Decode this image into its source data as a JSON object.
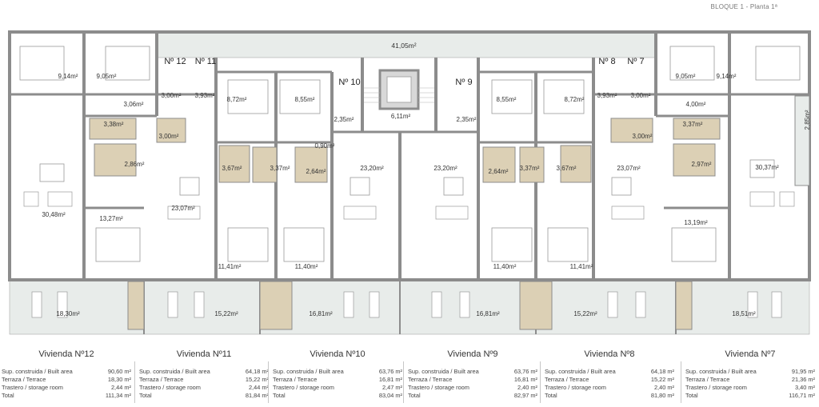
{
  "header": {
    "title": "BLOQUE 1 - Planta 1ª"
  },
  "units": [
    {
      "id": "u12",
      "marker": "Nº 12",
      "title": "Vivienda Nº12",
      "rows": [
        {
          "label": "Sup. construida / Built area",
          "value": "90,60 m²"
        },
        {
          "label": "Terraza / Terrace",
          "value": "18,30 m²"
        },
        {
          "label": "Trastero / storage room",
          "value": "2,44 m²"
        },
        {
          "label": "Total",
          "value": "111,34 m²"
        }
      ]
    },
    {
      "id": "u11",
      "marker": "Nº 11",
      "title": "Vivienda Nº11",
      "rows": [
        {
          "label": "Sup. construida / Built area",
          "value": "64,18 m²"
        },
        {
          "label": "Terraza / Terrace",
          "value": "15,22 m²"
        },
        {
          "label": "Trastero / storage room",
          "value": "2,44 m²"
        },
        {
          "label": "Total",
          "value": "81,84 m²"
        }
      ]
    },
    {
      "id": "u10",
      "marker": "Nº 10",
      "title": "Vivienda Nº10",
      "rows": [
        {
          "label": "Sup. construida / Built area",
          "value": "63,76 m²"
        },
        {
          "label": "Terraza / Terrace",
          "value": "16,81 m²"
        },
        {
          "label": "Trastero / storage room",
          "value": "2,47 m²"
        },
        {
          "label": "Total",
          "value": "83,04 m²"
        }
      ]
    },
    {
      "id": "u9",
      "marker": "Nº 9",
      "title": "Vivienda Nº9",
      "rows": [
        {
          "label": "Sup. construida / Built area",
          "value": "63,76 m²"
        },
        {
          "label": "Terraza / Terrace",
          "value": "16,81 m²"
        },
        {
          "label": "Trastero / storage room",
          "value": "2,40 m²"
        },
        {
          "label": "Total",
          "value": "82,97 m²"
        }
      ]
    },
    {
      "id": "u8",
      "marker": "Nº 8",
      "title": "Vivienda Nº8",
      "rows": [
        {
          "label": "Sup. construida / Built area",
          "value": "64,18 m²"
        },
        {
          "label": "Terraza / Terrace",
          "value": "15,22 m²"
        },
        {
          "label": "Trastero / storage room",
          "value": "2,40 m²"
        },
        {
          "label": "Total",
          "value": "81,80 m²"
        }
      ]
    },
    {
      "id": "u7",
      "marker": "Nº 7",
      "title": "Vivienda Nº7",
      "rows": [
        {
          "label": "Sup. construida / Built area",
          "value": "91,95 m²"
        },
        {
          "label": "Terraza / Terrace",
          "value": "21,36 m²"
        },
        {
          "label": "Trastero / storage room",
          "value": "3,40 m²"
        },
        {
          "label": "Total",
          "value": "116,71 m²"
        }
      ]
    }
  ],
  "areas": [
    {
      "id": "roof-terrace",
      "text": "41,05m²"
    },
    {
      "id": "u12-bed-a",
      "text": "9,14m²"
    },
    {
      "id": "u12-bed-b",
      "text": "9,05m²"
    },
    {
      "id": "u12-hall",
      "text": "3,06m²"
    },
    {
      "id": "u12-bath-a",
      "text": "3,38m²"
    },
    {
      "id": "u12-bath-b",
      "text": "2,86m²"
    },
    {
      "id": "u12-living",
      "text": "30,48m²"
    },
    {
      "id": "u12-master",
      "text": "13,27m²"
    },
    {
      "id": "u12-terrace",
      "text": "18,30m²"
    },
    {
      "id": "u11-hall",
      "text": "3,00m²"
    },
    {
      "id": "u11-bath",
      "text": "3,00m²"
    },
    {
      "id": "u11-living",
      "text": "23,07m²"
    },
    {
      "id": "u11-terrace",
      "text": "15,22m²"
    },
    {
      "id": "u11-storage",
      "text": "3,93m²"
    },
    {
      "id": "u10-bed-a",
      "text": "8,72m²"
    },
    {
      "id": "u10-bed-b",
      "text": "8,55m²"
    },
    {
      "id": "u11-bed",
      "text": "11,41m²"
    },
    {
      "id": "u10-bed-c",
      "text": "11,40m²"
    },
    {
      "id": "u11-bath2",
      "text": "3,67m²"
    },
    {
      "id": "u10-bath",
      "text": "3,37m²"
    },
    {
      "id": "u10-bath2",
      "text": "2,64m²"
    },
    {
      "id": "u10-hall",
      "text": "2,35m²"
    },
    {
      "id": "u10-entry",
      "text": "0,90m²"
    },
    {
      "id": "u10-living",
      "text": "23,20m²"
    },
    {
      "id": "u10-terrace",
      "text": "16,81m²"
    },
    {
      "id": "stair-landing",
      "text": "6,11m²"
    },
    {
      "id": "u9-hall",
      "text": "2,35m²"
    },
    {
      "id": "u9-living",
      "text": "23,20m²"
    },
    {
      "id": "u9-bed-a",
      "text": "8,55m²"
    },
    {
      "id": "u9-bed-b",
      "text": "8,72m²"
    },
    {
      "id": "u9-bath2",
      "text": "2,64m²"
    },
    {
      "id": "u9-bath",
      "text": "3,37m²"
    },
    {
      "id": "u8-bath2",
      "text": "3,67m²"
    },
    {
      "id": "u9-bed-c",
      "text": "11,40m²"
    },
    {
      "id": "u8-bed",
      "text": "11,41m²"
    },
    {
      "id": "u9-terrace",
      "text": "16,81m²"
    },
    {
      "id": "u8-storage",
      "text": "3,93m²"
    },
    {
      "id": "u8-hall",
      "text": "3,00m²"
    },
    {
      "id": "u8-bath",
      "text": "3,00m²"
    },
    {
      "id": "u8-living",
      "text": "23,07m²"
    },
    {
      "id": "u8-terrace",
      "text": "15,22m²"
    },
    {
      "id": "u7-bed-a",
      "text": "9,05m²"
    },
    {
      "id": "u7-bed-b",
      "text": "9,14m²"
    },
    {
      "id": "u7-hall",
      "text": "4,00m²"
    },
    {
      "id": "u7-bath-a",
      "text": "3,37m²"
    },
    {
      "id": "u7-bath-b",
      "text": "2,97m²"
    },
    {
      "id": "u7-living",
      "text": "30,37m²"
    },
    {
      "id": "u7-master",
      "text": "13,19m²"
    },
    {
      "id": "u7-terrace",
      "text": "18,51m²"
    },
    {
      "id": "u7-balcony",
      "text": "2,85m²"
    }
  ],
  "colors": {
    "wall": "#8c8c8c",
    "terrace": "#e8ecea",
    "wet": "#dcd0b5",
    "line": "#a8a8a8",
    "text": "#333333"
  }
}
